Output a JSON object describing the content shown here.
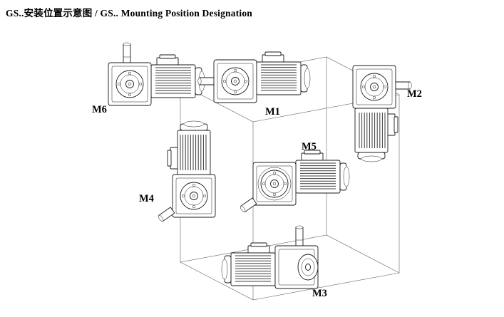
{
  "title": "GS..安装位置示意图 / GS.. Mounting Position Designation",
  "diagram": {
    "description": "isometric-cube-with-six-gearmotor-mounting-positions",
    "positions": [
      {
        "label": "M1"
      },
      {
        "label": "M2"
      },
      {
        "label": "M3"
      },
      {
        "label": "M4"
      },
      {
        "label": "M5"
      },
      {
        "label": "M6"
      }
    ]
  },
  "colors": {
    "background": "#ffffff",
    "line": "#1a1a1a",
    "cube_line": "#666666",
    "text": "#000000"
  }
}
